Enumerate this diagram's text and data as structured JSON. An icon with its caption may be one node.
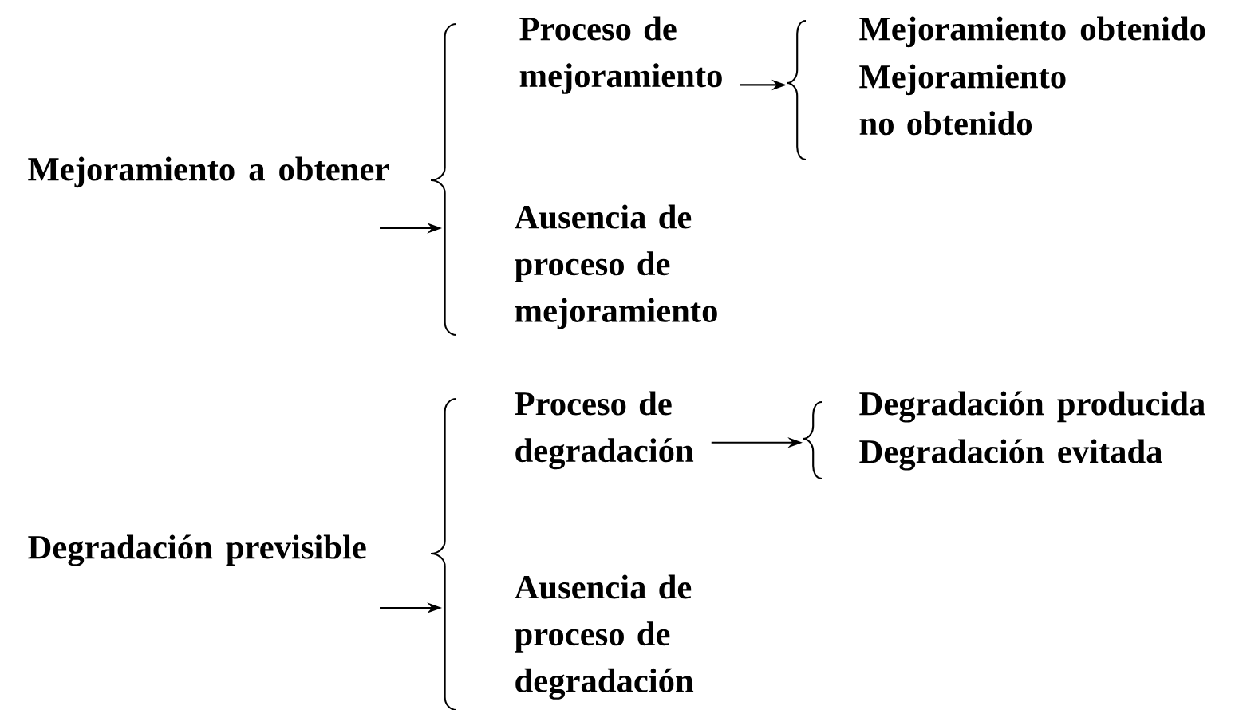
{
  "diagram": {
    "nodes": [
      {
        "text": [
          "Mejoramiento a obtener"
        ]
      },
      {
        "text": [],
        "shape": "brace"
      },
      {
        "text": [
          "Proceso de mejoramiento"
        ]
      },
      {
        "text": [],
        "shape": "brace"
      },
      {
        "text": [
          "Mejoramiento obtenido"
        ]
      },
      {
        "text": [
          "Mejoramiento no obtenido"
        ]
      },
      {
        "text": [
          "Ausencia de proceso de mejoramiento"
        ]
      },
      {
        "text": [
          "Degradación previsible"
        ]
      },
      {
        "text": [],
        "shape": "brace"
      },
      {
        "text": [
          "Proceso de degradación"
        ]
      },
      {
        "text": [],
        "shape": "brace"
      },
      {
        "text": [
          "Degradación producida"
        ]
      },
      {
        "text": [
          "Degradación evitada"
        ]
      },
      {
        "text": [
          "Ausencia de proceso de degradación"
        ]
      }
    ],
    "edges": [
      {
        "from": null,
        "to": 1,
        "arrow": "to"
      },
      {
        "from": 2,
        "to": 3,
        "arrow": "to"
      },
      {
        "from": null,
        "to": 8,
        "arrow": "to"
      },
      {
        "from": 9,
        "to": 10,
        "arrow": "to"
      }
    ]
  }
}
